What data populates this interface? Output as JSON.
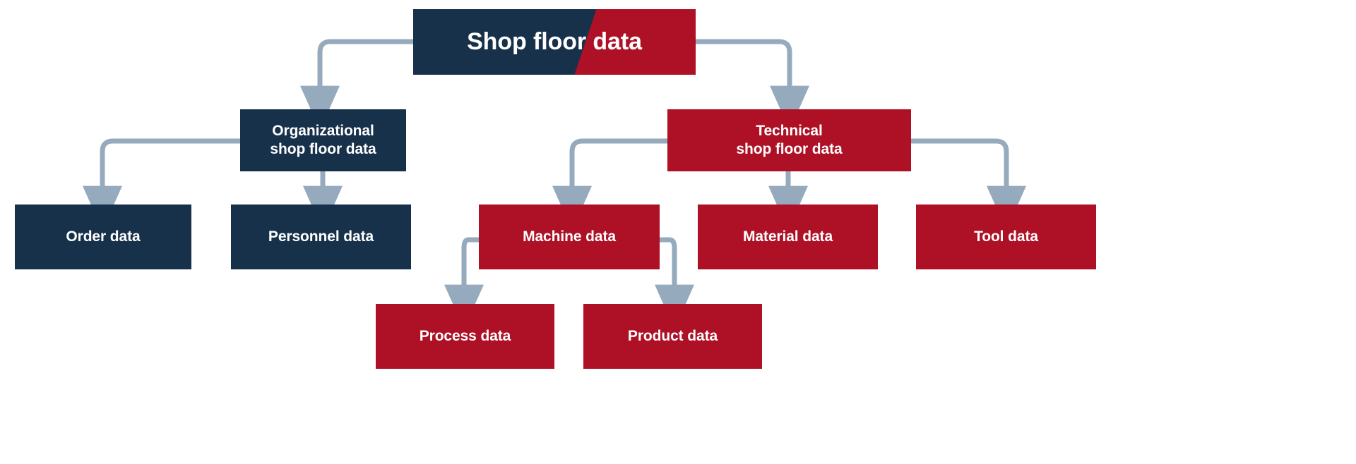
{
  "diagram": {
    "title": "Shop floor data",
    "type": "hierarchy-tree",
    "colors": {
      "navy": "#17314b",
      "red": "#ae1125",
      "connector": "#96aabd",
      "background": "#ffffff",
      "text": "#ffffff"
    },
    "nodes": {
      "root": {
        "label": "Shop floor data",
        "category": "root",
        "fill": "split-navy-red"
      },
      "organizational": {
        "label": "Organizational\nshop floor data",
        "category": "organizational",
        "fill": "navy"
      },
      "technical": {
        "label": "Technical\nshop floor data",
        "category": "technical",
        "fill": "red"
      },
      "order": {
        "label": "Order data",
        "category": "organizational",
        "fill": "navy"
      },
      "personnel": {
        "label": "Personnel data",
        "category": "organizational",
        "fill": "navy"
      },
      "machine": {
        "label": "Machine data",
        "category": "technical",
        "fill": "red"
      },
      "material": {
        "label": "Material data",
        "category": "technical",
        "fill": "red"
      },
      "tool": {
        "label": "Tool data",
        "category": "technical",
        "fill": "red"
      },
      "process": {
        "label": "Process data",
        "category": "technical",
        "fill": "red"
      },
      "product": {
        "label": "Product data",
        "category": "technical",
        "fill": "red"
      }
    },
    "edges": [
      {
        "from": "root",
        "to": "organizational"
      },
      {
        "from": "root",
        "to": "technical"
      },
      {
        "from": "organizational",
        "to": "order"
      },
      {
        "from": "organizational",
        "to": "personnel"
      },
      {
        "from": "technical",
        "to": "machine"
      },
      {
        "from": "technical",
        "to": "material"
      },
      {
        "from": "technical",
        "to": "tool"
      },
      {
        "from": "machine",
        "to": "process"
      },
      {
        "from": "machine",
        "to": "product"
      }
    ]
  }
}
